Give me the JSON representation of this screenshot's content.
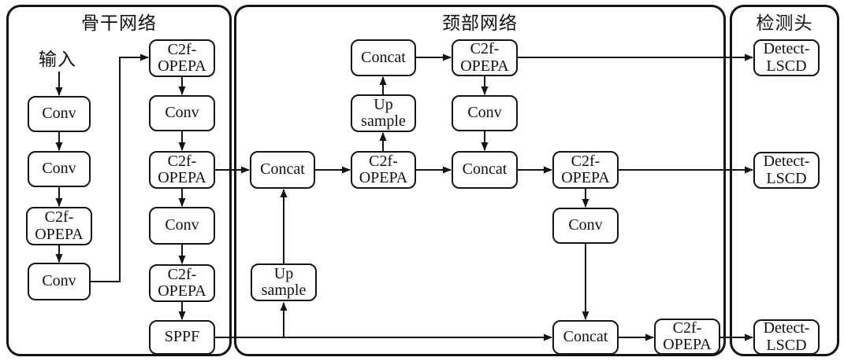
{
  "panels": {
    "backbone": {
      "title": "骨干网络"
    },
    "neck": {
      "title": "颈部网络"
    },
    "head": {
      "title": "检测头"
    }
  },
  "input_label": "输入",
  "nodes": {
    "bb_conv1": "Conv",
    "bb_conv2": "Conv",
    "bb_c2f1": "C2f-\nOPEPA",
    "bb_conv3": "Conv",
    "bb_c2f_top": "C2f-\nOPEPA",
    "bb_conv4": "Conv",
    "bb_c2f_mid": "C2f-\nOPEPA",
    "bb_conv5": "Conv",
    "bb_c2f_bot": "C2f-\nOPEPA",
    "bb_sppf": "SPPF",
    "nk_concat_top": "Concat",
    "nk_c2f_top": "C2f-\nOPEPA",
    "nk_up1": "Up\nsample",
    "nk_conv1": "Conv",
    "nk_concat_left": "Concat",
    "nk_c2f_mid": "C2f-\nOPEPA",
    "nk_concat_mid": "Concat",
    "nk_c2f_right": "C2f-\nOPEPA",
    "nk_conv2": "Conv",
    "nk_up2": "Up\nsample",
    "nk_concat_bot": "Concat",
    "nk_c2f_bot": "C2f-\nOPEPA",
    "hd_detect1": "Detect-\nLSCD",
    "hd_detect2": "Detect-\nLSCD",
    "hd_detect3": "Detect-\nLSCD"
  },
  "colors": {
    "line": "#141414",
    "box_bg": "#ffffff",
    "background": "#ffffff"
  }
}
